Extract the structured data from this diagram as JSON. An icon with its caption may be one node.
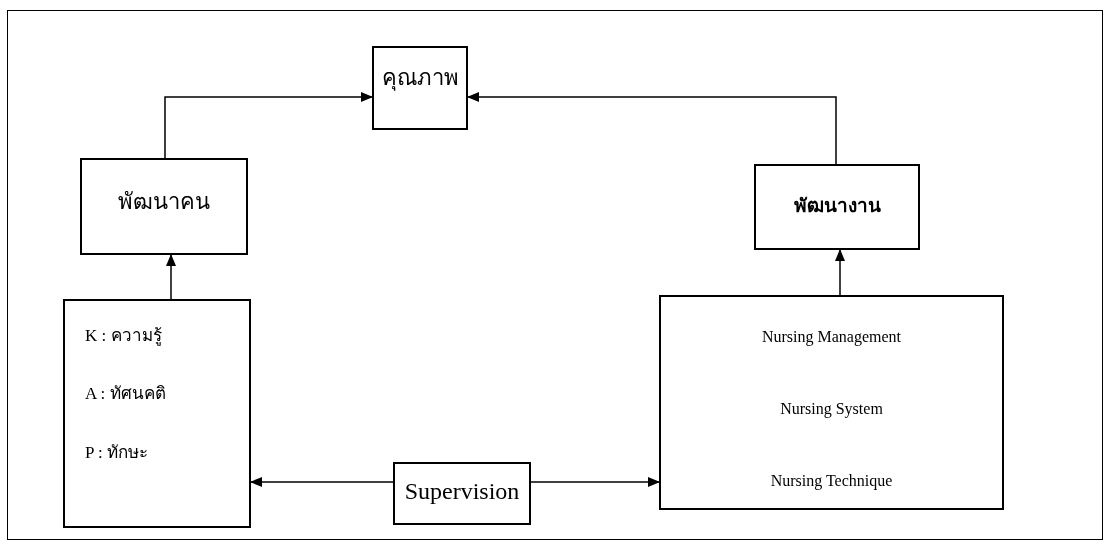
{
  "diagram": {
    "nodes": [
      {
        "text": [
          "คุณภาพ"
        ]
      },
      {
        "text": [
          "พัฒนาคน"
        ]
      },
      {
        "text": [
          "พัฒนางาน"
        ]
      },
      {
        "text": [
          "K : ความรู้",
          "A : ทัศนคติ",
          "P : ทักษะ"
        ]
      },
      {
        "text": [
          "Supervision"
        ]
      },
      {
        "text": [
          "Nursing Management",
          "Nursing System",
          "Nursing Technique"
        ]
      }
    ],
    "edges": [
      {
        "from": 1,
        "to": 0,
        "arrow": "to"
      },
      {
        "from": 2,
        "to": 0,
        "arrow": "to"
      },
      {
        "from": 3,
        "to": 1,
        "arrow": "to"
      },
      {
        "from": 5,
        "to": 2,
        "arrow": "to"
      },
      {
        "from": 4,
        "to": 3,
        "arrow": "to"
      },
      {
        "from": 4,
        "to": 5,
        "arrow": "to"
      }
    ]
  }
}
